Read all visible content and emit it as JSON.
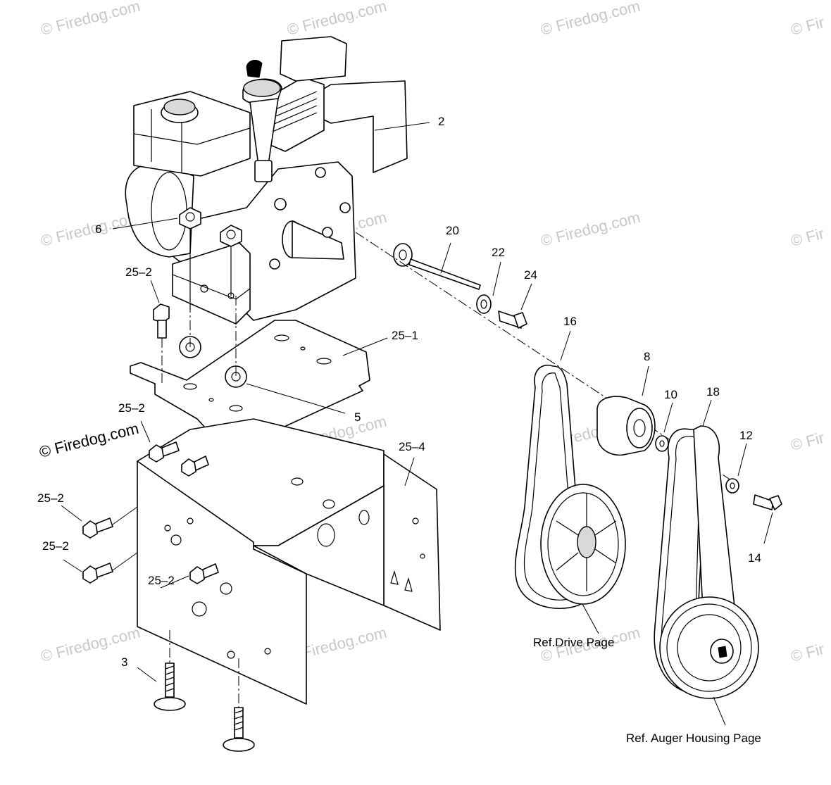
{
  "callouts": [
    {
      "id": "c-2",
      "label": "2"
    },
    {
      "id": "c-6",
      "label": "6"
    },
    {
      "id": "c-20",
      "label": "20"
    },
    {
      "id": "c-22",
      "label": "22"
    },
    {
      "id": "c-24",
      "label": "24"
    },
    {
      "id": "c-25-2-a",
      "label": "25–2"
    },
    {
      "id": "c-25-1",
      "label": "25–1"
    },
    {
      "id": "c-16",
      "label": "16"
    },
    {
      "id": "c-8",
      "label": "8"
    },
    {
      "id": "c-10",
      "label": "10"
    },
    {
      "id": "c-18",
      "label": "18"
    },
    {
      "id": "c-5",
      "label": "5"
    },
    {
      "id": "c-25-2-b",
      "label": "25–2"
    },
    {
      "id": "c-25-4",
      "label": "25–4"
    },
    {
      "id": "c-12",
      "label": "12"
    },
    {
      "id": "c-25-2-c",
      "label": "25–2"
    },
    {
      "id": "c-25-2-d",
      "label": "25–2"
    },
    {
      "id": "c-25-2-e",
      "label": "25–2"
    },
    {
      "id": "c-14",
      "label": "14"
    },
    {
      "id": "c-3",
      "label": "3"
    }
  ],
  "references": {
    "drive": "Ref.Drive Page",
    "auger": "Ref. Auger Housing Page"
  },
  "watermark": {
    "text": "© Firedog.com",
    "partial": "© Fir"
  }
}
